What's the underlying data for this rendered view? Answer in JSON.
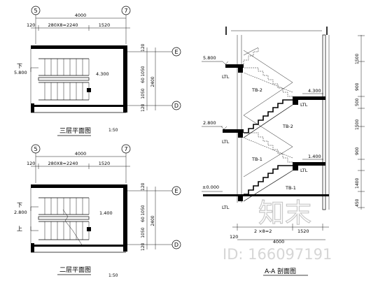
{
  "plan3": {
    "axis_left": "5",
    "axis_right": "7",
    "dim_total": "4000",
    "dim_a": "120",
    "dim_b": "280X8=2240",
    "dim_c": "1520",
    "right_dims": [
      "120",
      "1050",
      "60",
      "1050",
      "120"
    ],
    "right_total": "2400",
    "axis_e": "E",
    "axis_d": "D",
    "down": "下",
    "elev_left": "5.800",
    "elev_right": "4.300",
    "title": "三层平面图",
    "scale": "1:50"
  },
  "plan2": {
    "axis_left": "5",
    "axis_right": "7",
    "dim_total": "4000",
    "dim_a": "120",
    "dim_b": "280X8=2240",
    "dim_c": "1520",
    "right_dims": [
      "120",
      "1050",
      "60",
      "1050",
      "120"
    ],
    "right_total": "2400",
    "axis_e": "E",
    "axis_d": "D",
    "down": "下",
    "up": "上",
    "elev_left": "2.800",
    "elev_right": "1.400",
    "title": "二层平面图",
    "scale": "1:50"
  },
  "section": {
    "elevs": [
      "5.800",
      "4.300",
      "2.800",
      "1.400",
      "±0.000"
    ],
    "ltl": "LTL",
    "tb2": "TB-2",
    "tb1": "TB-1",
    "right_dims": [
      "1500",
      "900",
      "500",
      "1500",
      "900",
      "1400",
      "450"
    ],
    "bottom_dim_a": "2 ×8=2 ",
    "bottom_dim_b": "1520",
    "bottom_total": "4000",
    "bottom_120": "120",
    "title": "A-A 剖面图"
  },
  "watermark": {
    "logo": "知末",
    "id": "ID: 166097191"
  }
}
